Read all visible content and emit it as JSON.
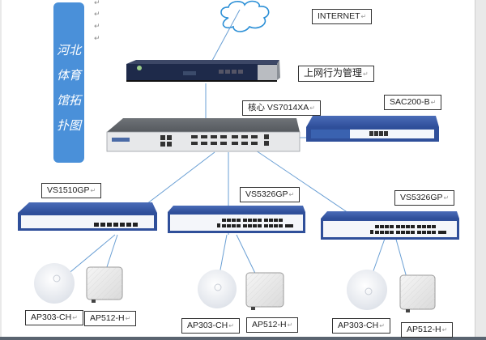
{
  "title": {
    "lines": [
      "河北",
      "体育",
      "馆拓",
      "扑图"
    ]
  },
  "para_mark": "↵",
  "nodes": {
    "internet": {
      "label": "INTERNET",
      "icon": "cloud-icon"
    },
    "behavior_mgmt": {
      "label": "上网行为管理",
      "icon": "firewall-appliance-icon"
    },
    "core": {
      "label": "核心 VS7014XA",
      "icon": "core-switch-icon"
    },
    "sac": {
      "label": "SAC200-B",
      "icon": "access-controller-icon"
    },
    "access_switches": [
      {
        "label": "VS1510GP",
        "icon": "poe-switch-icon"
      },
      {
        "label": "VS5326GP",
        "icon": "poe-switch-icon"
      },
      {
        "label": "VS5326GP",
        "icon": "poe-switch-icon"
      }
    ],
    "aps": [
      {
        "label": "AP303-CH",
        "icon": "ceiling-ap-icon"
      },
      {
        "label": "AP512-H",
        "icon": "outdoor-ap-icon"
      },
      {
        "label": "AP303-CH",
        "icon": "ceiling-ap-icon"
      },
      {
        "label": "AP512-H",
        "icon": "outdoor-ap-icon"
      },
      {
        "label": "AP303-CH",
        "icon": "ceiling-ap-icon"
      },
      {
        "label": "AP512-H",
        "icon": "outdoor-ap-icon"
      }
    ]
  },
  "colors": {
    "title_bg": "#4a90d9",
    "link_line": "#6a9fd4",
    "cloud_stroke": "#2b8fd6",
    "device_blue": "#2f4f9a"
  }
}
